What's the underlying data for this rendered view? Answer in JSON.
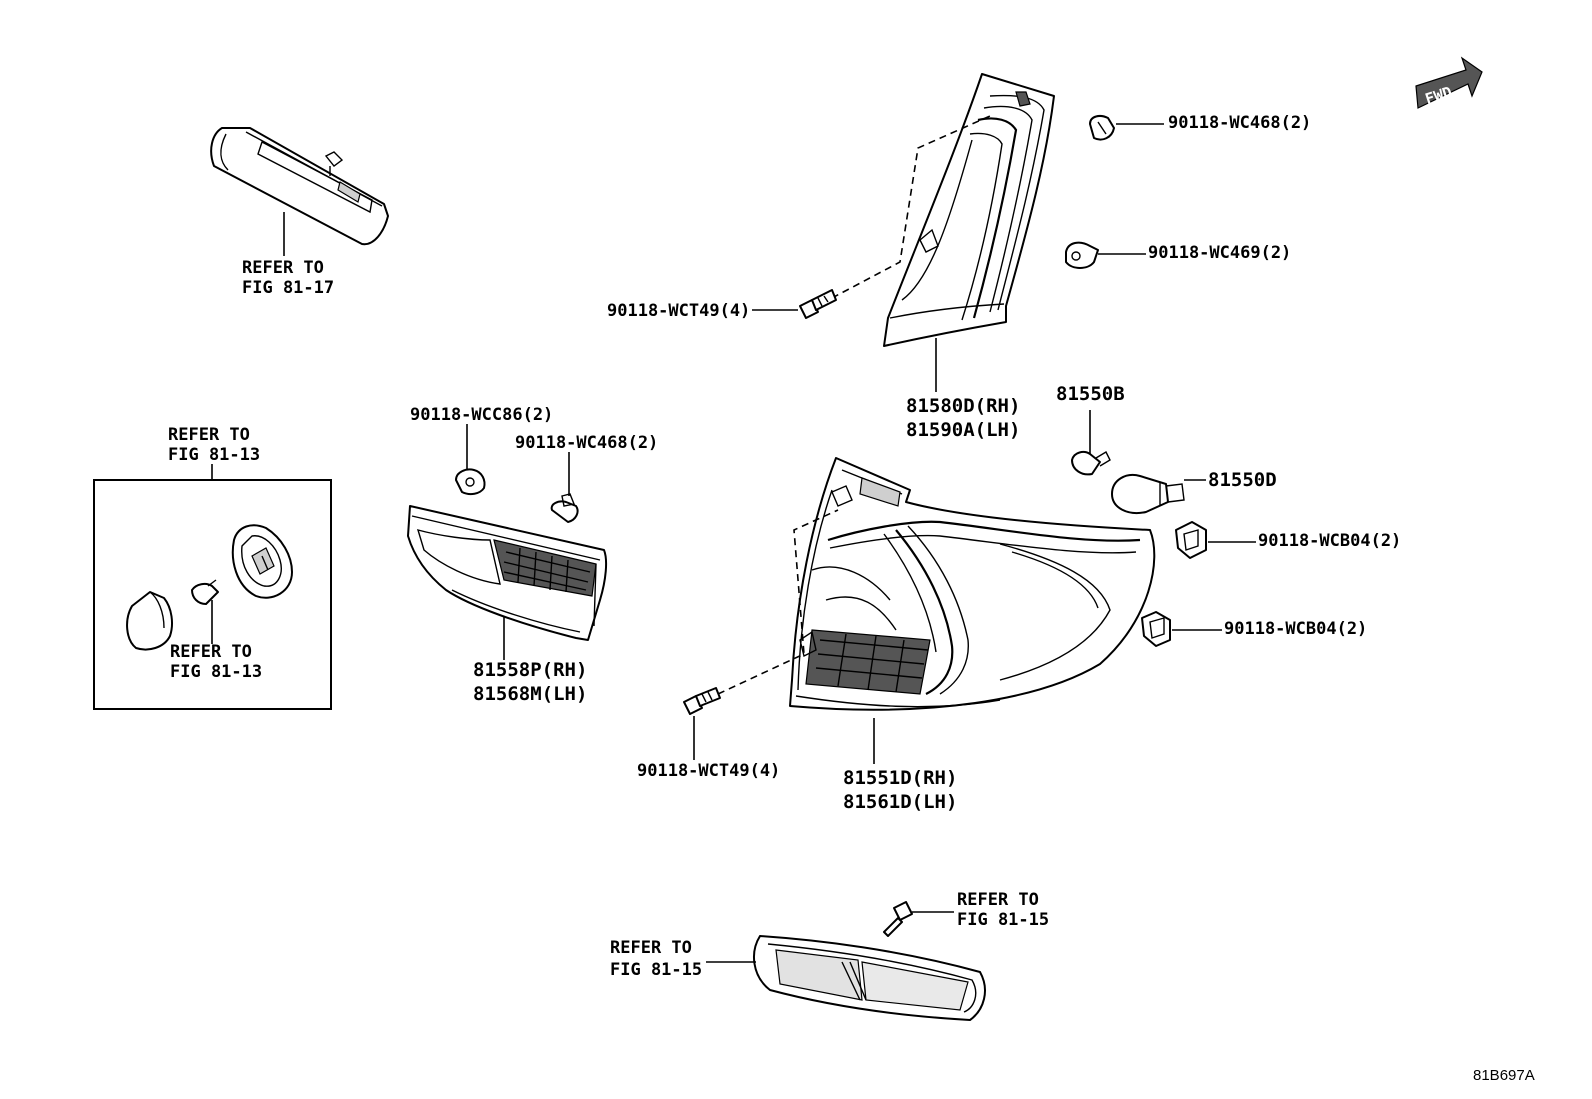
{
  "labels": {
    "refer_81_17": [
      "REFER TO",
      "FIG 81-17"
    ],
    "refer_81_13_box": [
      "REFER TO",
      "FIG 81-13"
    ],
    "refer_81_13_bulb": [
      "REFER TO",
      "FIG 81-13"
    ],
    "refer_81_15_screw": [
      "REFER TO",
      "FIG 81-15"
    ],
    "refer_81_15_reflector": [
      "REFER TO",
      "FIG 81-15"
    ],
    "clip_wcc86": "90118-WCC86(2)",
    "clip_wc468_mid": "90118-WC468(2)",
    "clip_wc468_top": "90118-WC468(2)",
    "clip_wc469": "90118-WC469(2)",
    "screw_wct49_top": "90118-WCT49(4)",
    "screw_wct49_bottom": "90118-WCT49(4)",
    "clip_wcb04_upper": "90118-WCB04(2)",
    "clip_wcb04_lower": "90118-WCB04(2)",
    "upper_lamp": [
      "81580D(RH)",
      "81590A(LH)"
    ],
    "inner_lamp": [
      "81558P(RH)",
      "81568M(LH)"
    ],
    "outer_lamp": [
      "81551D(RH)",
      "81561D(LH)"
    ],
    "bulb_small": "81550B",
    "bulb_large": "81550D",
    "fwd": "FWD",
    "diagram_code": "81B697A"
  }
}
